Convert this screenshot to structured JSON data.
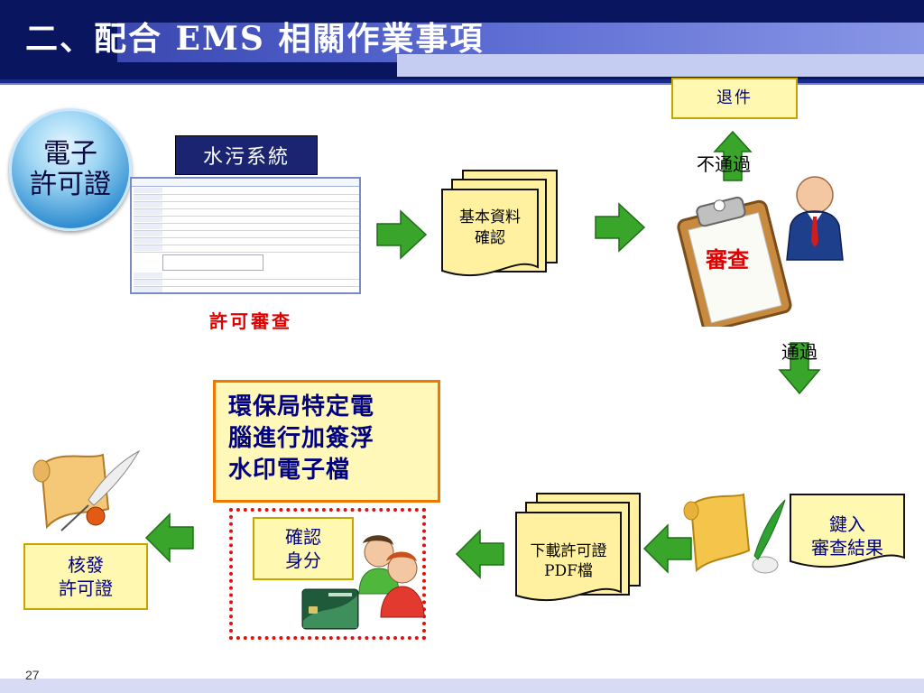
{
  "title": "二、配合 EMS 相關作業事項",
  "page_number": "27",
  "boxes": {
    "e_permit": "電子\n許可證",
    "water_system": "水污系統",
    "permit_review": "許可審查",
    "basic_data": "基本資料\n確認",
    "return": "退件",
    "not_pass": "不通過",
    "review": "審查",
    "pass": "通過",
    "enter_result": "鍵入\n審查結果",
    "download_pdf": "下載許可證\nPDF檔",
    "verify_identity": "確認\n身分",
    "watermark": "環保局特定電\n腦進行加簽浮\n水印電子檔",
    "issue_permit": "核發\n許可證"
  },
  "colors": {
    "header": "#0a1560",
    "arrow_green": "#3aa52b",
    "yellow_box": "#fff8b0",
    "red_text": "#e00000",
    "orange_border": "#f07800"
  },
  "icons": [
    "clipboard-icon",
    "businessman-icon",
    "scroll-quill-icon",
    "scroll-leaf-icon",
    "users-icon",
    "id-card-icon"
  ]
}
